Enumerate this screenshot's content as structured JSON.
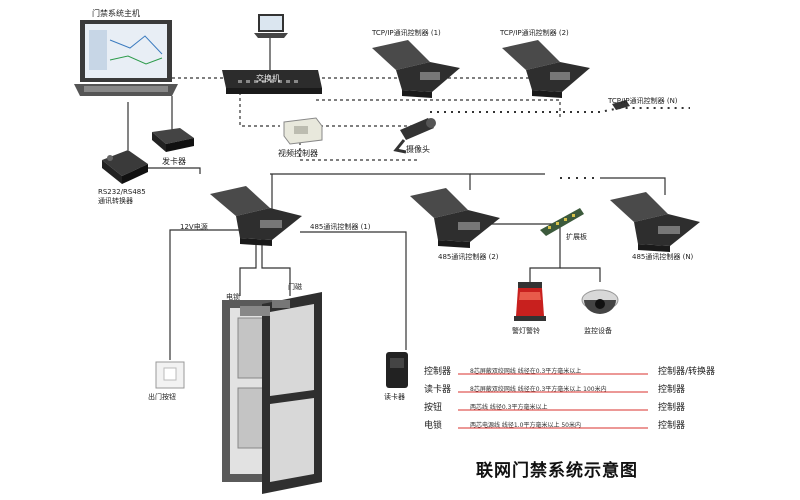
{
  "labels": {
    "host": "门禁系统主机",
    "switch": "交换机",
    "tcp1": "TCP/IP通讯控制器 (1)",
    "tcp2": "TCP/IP通讯控制器 (2)",
    "tcpN": "TCP/IP通讯控制器 (N)",
    "video_controller": "视频控制器",
    "camera": "摄像头",
    "card_issuer": "发卡器",
    "converter": "RS232/RS485\n通讯转换器",
    "power": "12V电源",
    "ctrl485_1": "485通讯控制器 (1)",
    "ctrl485_2": "485通讯控制器 (2)",
    "ctrl485_N": "485通讯控制器 (N)",
    "expansion": "扩展板",
    "alarm": "警灯警铃",
    "monitor": "监控设备",
    "lock": "电锁",
    "door_magnet": "门磁",
    "exit_button": "出门按钮",
    "reader": "读卡器"
  },
  "legend": [
    {
      "left": "控制器",
      "desc": "8芯屏蔽双绞网线   线径在0.3平方毫米以上",
      "right": "控制器/转换器"
    },
    {
      "left": "读卡器",
      "desc": "8芯屏蔽双绞网线   线径在0.3平方毫米以上   100米内",
      "right": "控制器"
    },
    {
      "left": "按钮",
      "desc": "两芯线   线径0.3平方毫米以上",
      "right": "控制器"
    },
    {
      "left": "电锁",
      "desc": "两芯电源线   线径1.0平方毫米以上   50米内",
      "right": "控制器"
    }
  ],
  "title": "联网门禁系统示意图",
  "colors": {
    "line": "#333333",
    "device_dark": "#2c2c2c",
    "device_mid": "#6b6b6b",
    "legend_red": "#d9322c",
    "alarm_red": "#c8201e"
  }
}
